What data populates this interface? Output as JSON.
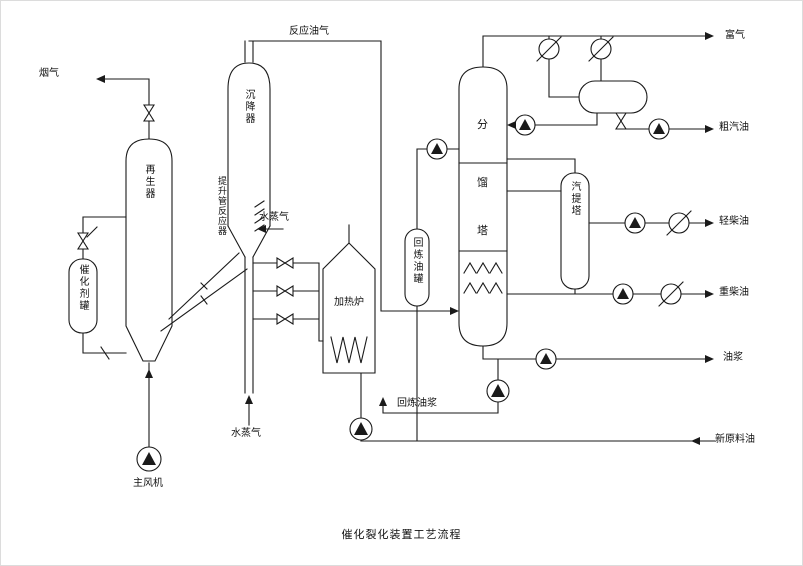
{
  "title": "催化裂化装置工艺流程",
  "colors": {
    "line": "#1a1a1a",
    "background": "#ffffff",
    "border": "#dcdcdc"
  },
  "labels": {
    "flue_gas": "烟气",
    "regenerator": "再生器",
    "catalyst_tank": "催化剂罐",
    "main_blower": "主风机",
    "settler": "沉降器",
    "riser_reactor": "提升管反应器",
    "reaction_oil_gas": "反应油气",
    "steam_upper": "水蒸气",
    "steam_lower": "水蒸气",
    "heating_furnace": "加热炉",
    "recycle_oil_tank": "回炼油罐",
    "fractionator_chars": [
      "分",
      "馏",
      "塔"
    ],
    "stripper": "汽提塔",
    "rich_gas": "富气",
    "crude_gasoline": "粗汽油",
    "light_diesel": "轻柴油",
    "heavy_diesel": "重柴油",
    "oil_slurry": "油浆",
    "recycle_slurry": "回炼油浆",
    "fresh_feed_oil": "新原料油"
  },
  "symbols": {
    "pump": "circle-with-triangle",
    "valve": "bowtie",
    "heat_exchanger": "circle-with-slash",
    "flow_arrow": "filled-triangle"
  }
}
